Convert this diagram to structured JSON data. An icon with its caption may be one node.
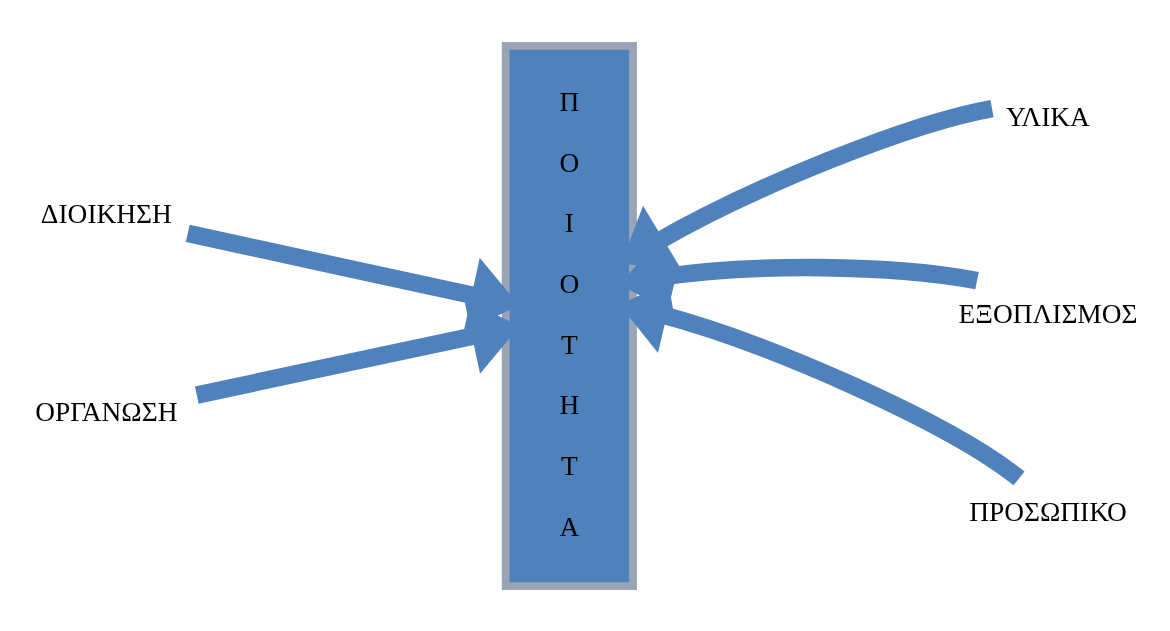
{
  "diagram": {
    "nodes": [
      {
        "text": [
          "ΔΙΟΙΚΗΣΗ"
        ]
      },
      {
        "text": [
          "ΟΡΓΑΝΩΣΗ"
        ]
      },
      {
        "text": [
          "Π Ο Ι Ο Τ Η Τ Α"
        ]
      },
      {
        "text": [
          "ΥΛΙΚΑ"
        ]
      },
      {
        "text": [
          "ΕΞΟΠΛΙΣΜΟΣ"
        ]
      },
      {
        "text": [
          "ΠΡΟΣΩΠΙΚΟ"
        ]
      }
    ],
    "edges": [
      {
        "from": 0,
        "to": 2,
        "arrow": "to"
      },
      {
        "from": 1,
        "to": 2,
        "arrow": "to"
      },
      {
        "from": 3,
        "to": 2,
        "arrow": "to"
      },
      {
        "from": 4,
        "to": 2,
        "arrow": "to"
      },
      {
        "from": 5,
        "to": 2,
        "arrow": "to"
      }
    ]
  }
}
